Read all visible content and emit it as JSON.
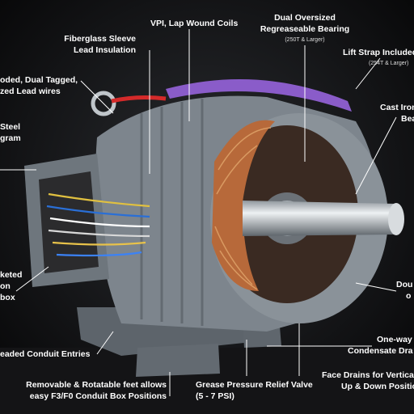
{
  "callouts": {
    "vpi": "VPI, Lap Wound Coils",
    "bearing_line1": "Dual Oversized",
    "bearing_line2": "Regreaseable Bearing",
    "bearing_sub": "(250T & Larger)",
    "fiberglass_line1": "Fiberglass Sleeve",
    "fiberglass_line2": "Lead Insulation",
    "lift_line1": "Lift Strap Included",
    "lift_sub": "(254T & Larger)",
    "leads_line1": "oded, Dual Tagged,",
    "leads_line2": "zed Lead wires",
    "steel_line1": "Steel",
    "steel_line2": "gram",
    "castiron_line1": "Cast Iron",
    "castiron_line2": "Bea",
    "gasket_line1": "keted",
    "gasket_line2": "on",
    "gasket_line3": "box",
    "double_line1": "Dou",
    "double_line2": "o",
    "conduit": "eaded Conduit Entries",
    "oneway_line1": "One-way",
    "oneway_line2": "Condensate Dra",
    "feet_line1": "Removable & Rotatable feet allows",
    "feet_line2": "easy F3/F0 Conduit Box Positions",
    "grease_line1": "Grease Pressure Relief Valve",
    "grease_line2": "(5 - 7 PSI)",
    "drains_line1": "Face Drains for Vertical",
    "drains_line2": "Up & Down Positio"
  },
  "colors": {
    "background": "#0b0b0c",
    "casing": "#7d858d",
    "copper": "#b7693a",
    "lift_strap": "#8a5cc9",
    "shaft": "#c9ced3"
  }
}
